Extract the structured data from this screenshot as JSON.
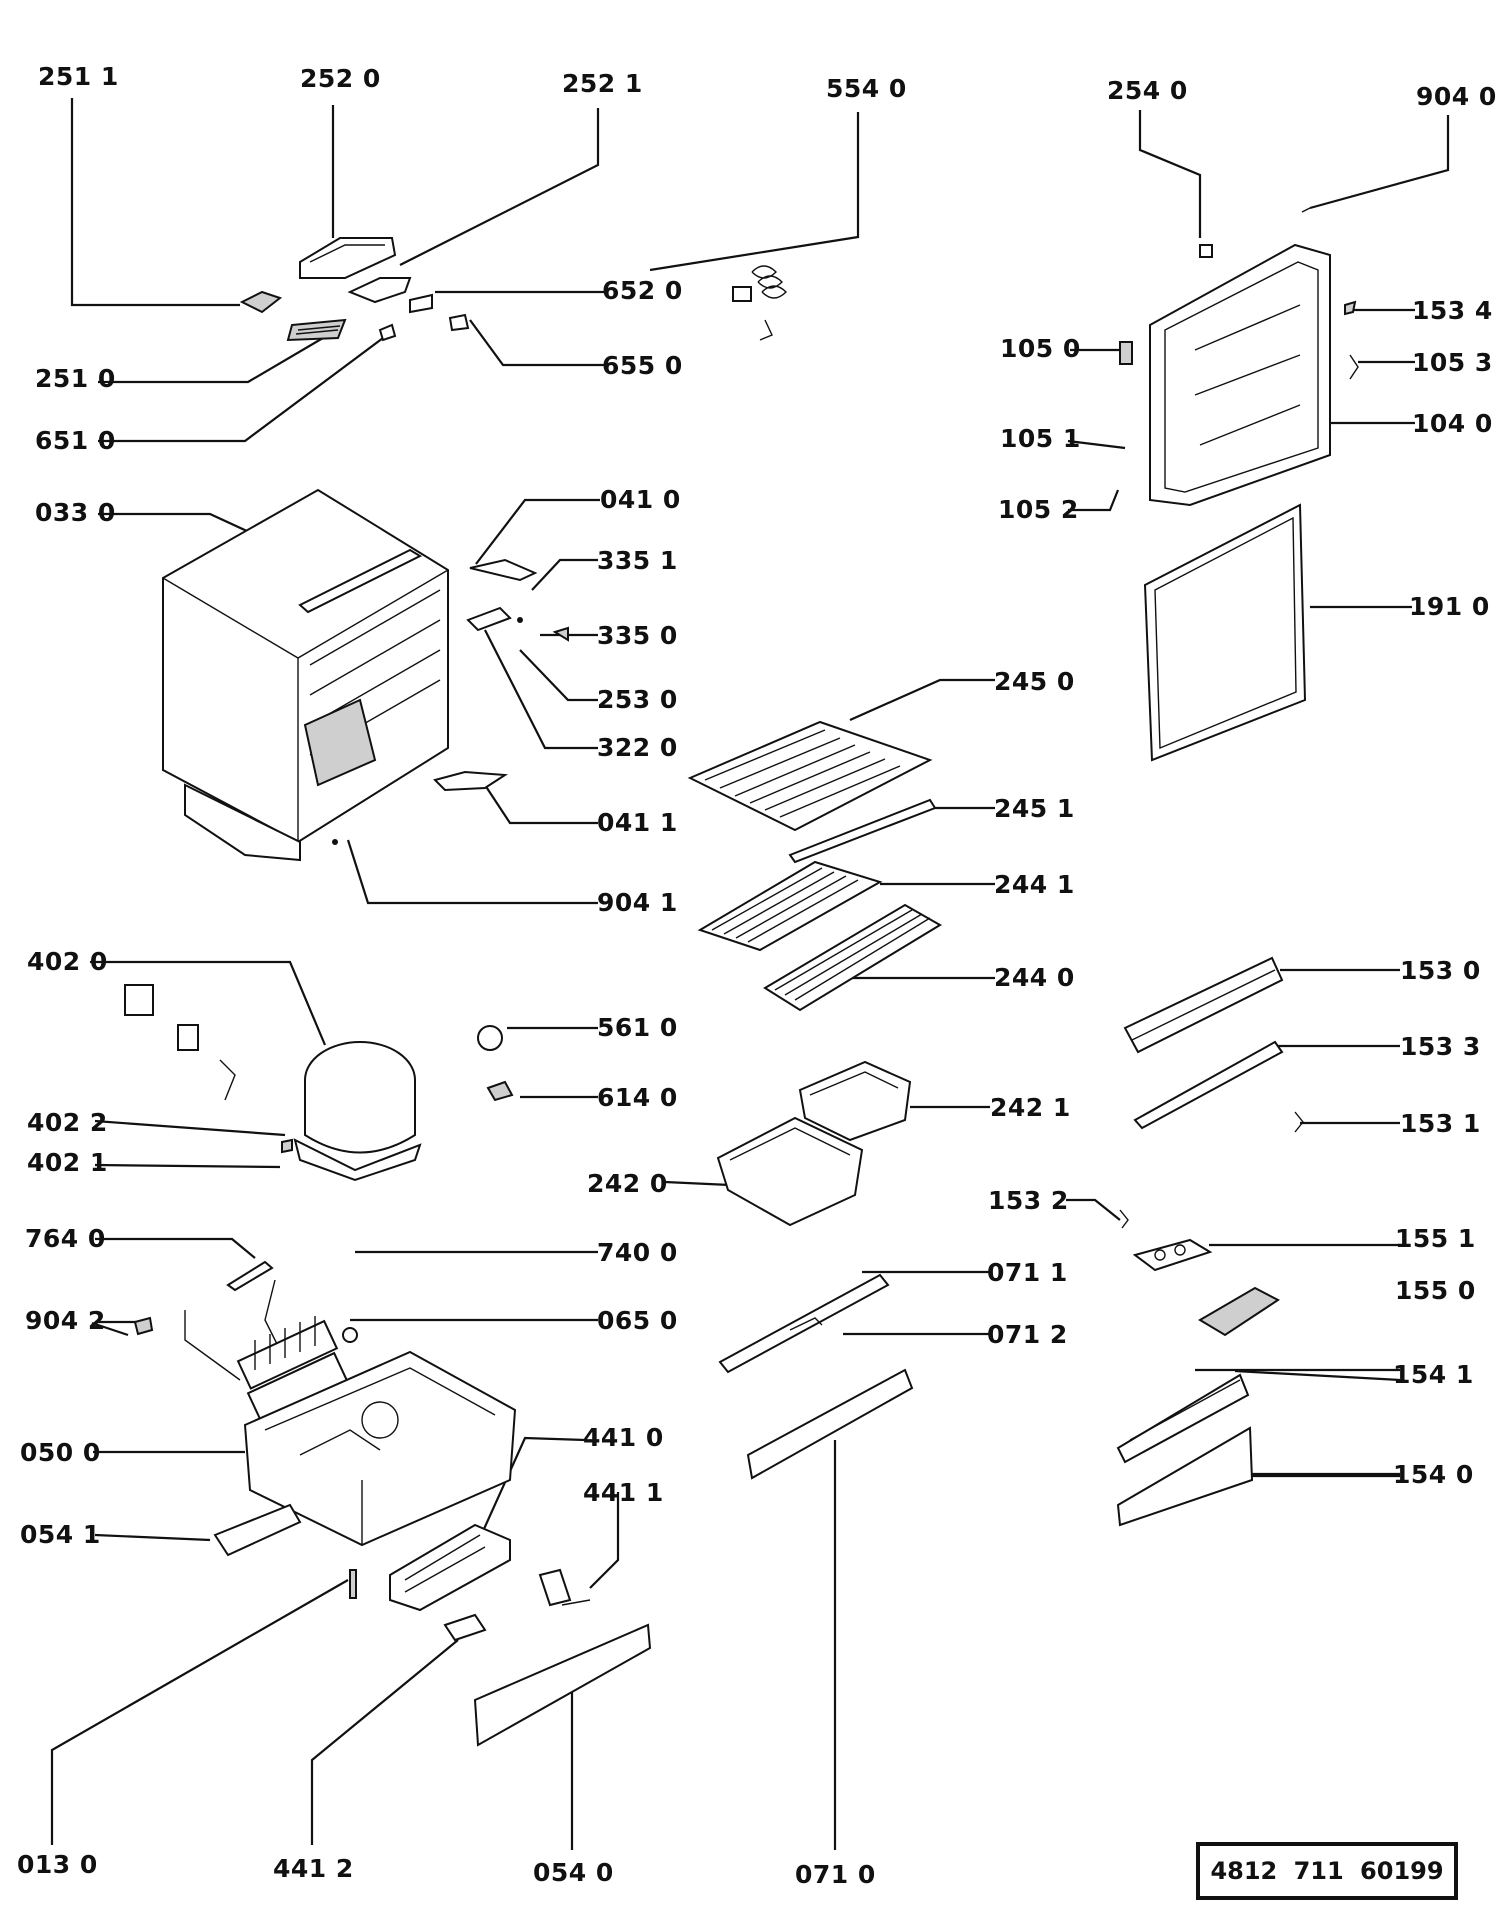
{
  "diagram": {
    "parts": [
      {
        "id": "p2511",
        "label": "251 1"
      },
      {
        "id": "p2520",
        "label": "252 0"
      },
      {
        "id": "p2521",
        "label": "252 1"
      },
      {
        "id": "p5540",
        "label": "554 0"
      },
      {
        "id": "p2540",
        "label": "254 0"
      },
      {
        "id": "p9040",
        "label": "904 0"
      },
      {
        "id": "p6520",
        "label": "652 0"
      },
      {
        "id": "p1534",
        "label": "153 4"
      },
      {
        "id": "p1050",
        "label": "105 0"
      },
      {
        "id": "p1053",
        "label": "105 3"
      },
      {
        "id": "p2510",
        "label": "251 0"
      },
      {
        "id": "p6550",
        "label": "655 0"
      },
      {
        "id": "p1040",
        "label": "104 0"
      },
      {
        "id": "p6510",
        "label": "651 0"
      },
      {
        "id": "p1051",
        "label": "105 1"
      },
      {
        "id": "p1052",
        "label": "105 2"
      },
      {
        "id": "p0330",
        "label": "033 0"
      },
      {
        "id": "p0410",
        "label": "041 0"
      },
      {
        "id": "p3351",
        "label": "335 1"
      },
      {
        "id": "p1910",
        "label": "191 0"
      },
      {
        "id": "p3350",
        "label": "335 0"
      },
      {
        "id": "p2450",
        "label": "245 0"
      },
      {
        "id": "p2530",
        "label": "253 0"
      },
      {
        "id": "p3220",
        "label": "322 0"
      },
      {
        "id": "p2451",
        "label": "245 1"
      },
      {
        "id": "p0411",
        "label": "041 1"
      },
      {
        "id": "p2441",
        "label": "244 1"
      },
      {
        "id": "p9041",
        "label": "904 1"
      },
      {
        "id": "p4020",
        "label": "402 0"
      },
      {
        "id": "p2440",
        "label": "244 0"
      },
      {
        "id": "p1530",
        "label": "153 0"
      },
      {
        "id": "p5610",
        "label": "561 0"
      },
      {
        "id": "p1533",
        "label": "153 3"
      },
      {
        "id": "p6140",
        "label": "614 0"
      },
      {
        "id": "p2421",
        "label": "242 1"
      },
      {
        "id": "p1531",
        "label": "153 1"
      },
      {
        "id": "p4022",
        "label": "402 2"
      },
      {
        "id": "p4021",
        "label": "402 1"
      },
      {
        "id": "p2420",
        "label": "242 0"
      },
      {
        "id": "p1532",
        "label": "153 2"
      },
      {
        "id": "p7640",
        "label": "764 0"
      },
      {
        "id": "p7400",
        "label": "740 0"
      },
      {
        "id": "p0711",
        "label": "071 1"
      },
      {
        "id": "p1551",
        "label": "155 1"
      },
      {
        "id": "p9042",
        "label": "904 2"
      },
      {
        "id": "p0650",
        "label": "065 0"
      },
      {
        "id": "p1550",
        "label": "155 0"
      },
      {
        "id": "p0712",
        "label": "071 2"
      },
      {
        "id": "p1541",
        "label": "154 1"
      },
      {
        "id": "p0500",
        "label": "050 0"
      },
      {
        "id": "p4410",
        "label": "441 0"
      },
      {
        "id": "p1540",
        "label": "154 0"
      },
      {
        "id": "p4411",
        "label": "441 1"
      },
      {
        "id": "p0541",
        "label": "054 1"
      },
      {
        "id": "p0130",
        "label": "013 0"
      },
      {
        "id": "p4412",
        "label": "441 2"
      },
      {
        "id": "p0540",
        "label": "054 0"
      },
      {
        "id": "p0710",
        "label": "071 0"
      }
    ],
    "reference_code": "4812 711 60199"
  }
}
